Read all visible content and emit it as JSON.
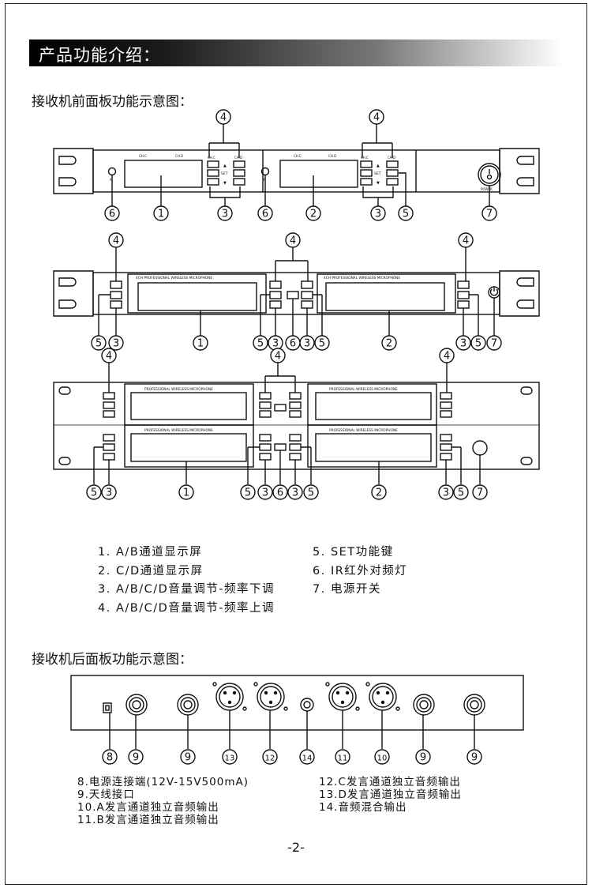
{
  "section_title": "产品功能介绍：",
  "front_heading": "接收机前面板功能示意图：",
  "rear_heading": "接收机后面板功能示意图：",
  "panel1": {
    "display_left_labels": [
      "CH.C",
      "CH.D"
    ],
    "display_right_labels": [
      "CH.C",
      "CH.D"
    ],
    "btn_top_labels": [
      "CH.C",
      "CH.D"
    ],
    "up_glyph": "▲",
    "down_glyph": "▼",
    "set_label": "SET",
    "ir_label": "IR",
    "power_label": "POWER",
    "callouts_top": [
      "4",
      "4"
    ],
    "callouts_bottom": [
      "6",
      "1",
      "3",
      "6",
      "2",
      "3",
      "5",
      "7"
    ]
  },
  "panel2": {
    "display_caption": "4CH PROFESSIONAL WIRELESS MICROPHONE",
    "callouts_top": [
      "4",
      "4",
      "4"
    ],
    "callouts_bottom": [
      "5",
      "3",
      "1",
      "5",
      "3",
      "6",
      "3",
      "5",
      "2",
      "3",
      "5",
      "7"
    ]
  },
  "panel3": {
    "display_caption": "PROFESSIONAL WIRELESS MICROPHONE",
    "callouts_top": [
      "4",
      "4",
      "4"
    ],
    "callouts_bottom": [
      "5",
      "3",
      "1",
      "5",
      "3",
      "6",
      "3",
      "5",
      "2",
      "3",
      "5",
      "7"
    ]
  },
  "front_legend_left": [
    "1. A/B通道显示屏",
    "2. C/D通道显示屏",
    "3. A/B/C/D音量调节-频率下调",
    "4. A/B/C/D音量调节-频率上调"
  ],
  "front_legend_right": [
    "5. SET功能键",
    "6. IR红外对频灯",
    "7. 电源开关"
  ],
  "rear_panel": {
    "callouts": [
      "8",
      "9",
      "9",
      "13",
      "12",
      "14",
      "11",
      "10",
      "9",
      "9"
    ]
  },
  "rear_legend_left": [
    "8.电源连接端(12V-15V500mA)",
    "9.天线接口",
    "10.A发言通道独立音频输出",
    "11.B发言通道独立音频输出"
  ],
  "rear_legend_right": [
    "12.C发言通道独立音频输出",
    "13.D发言通道独立音频输出",
    "14.音频混合输出"
  ],
  "page_number": "-2-"
}
